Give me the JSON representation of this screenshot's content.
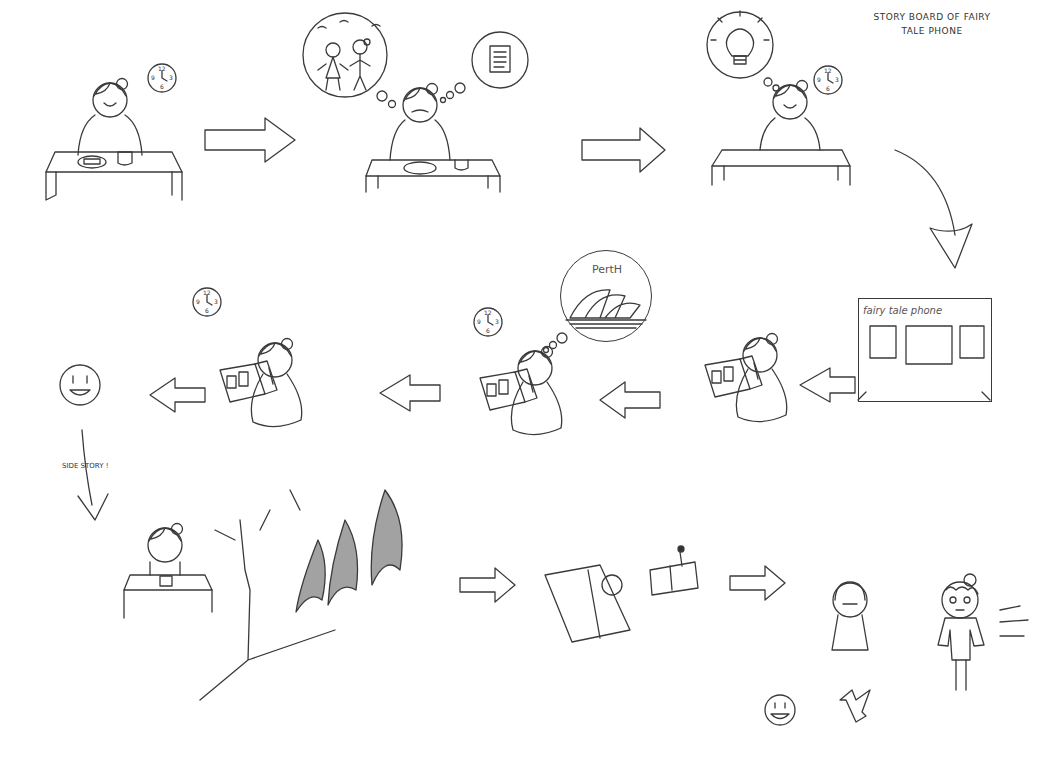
{
  "diagram": {
    "title": "STORY BOARD OF FAIRY TALE PHONE",
    "nodes": [
      {
        "text": [
          "fairy tale phone"
        ]
      },
      {
        "text": [
          "PertH"
        ]
      }
    ],
    "labels": [
      "SIDE STORY !",
      "12",
      "3",
      "6",
      "9",
      "12",
      "3",
      "6",
      "9",
      "12",
      "3",
      "6",
      "9",
      "12",
      "3",
      "6",
      "9"
    ]
  }
}
